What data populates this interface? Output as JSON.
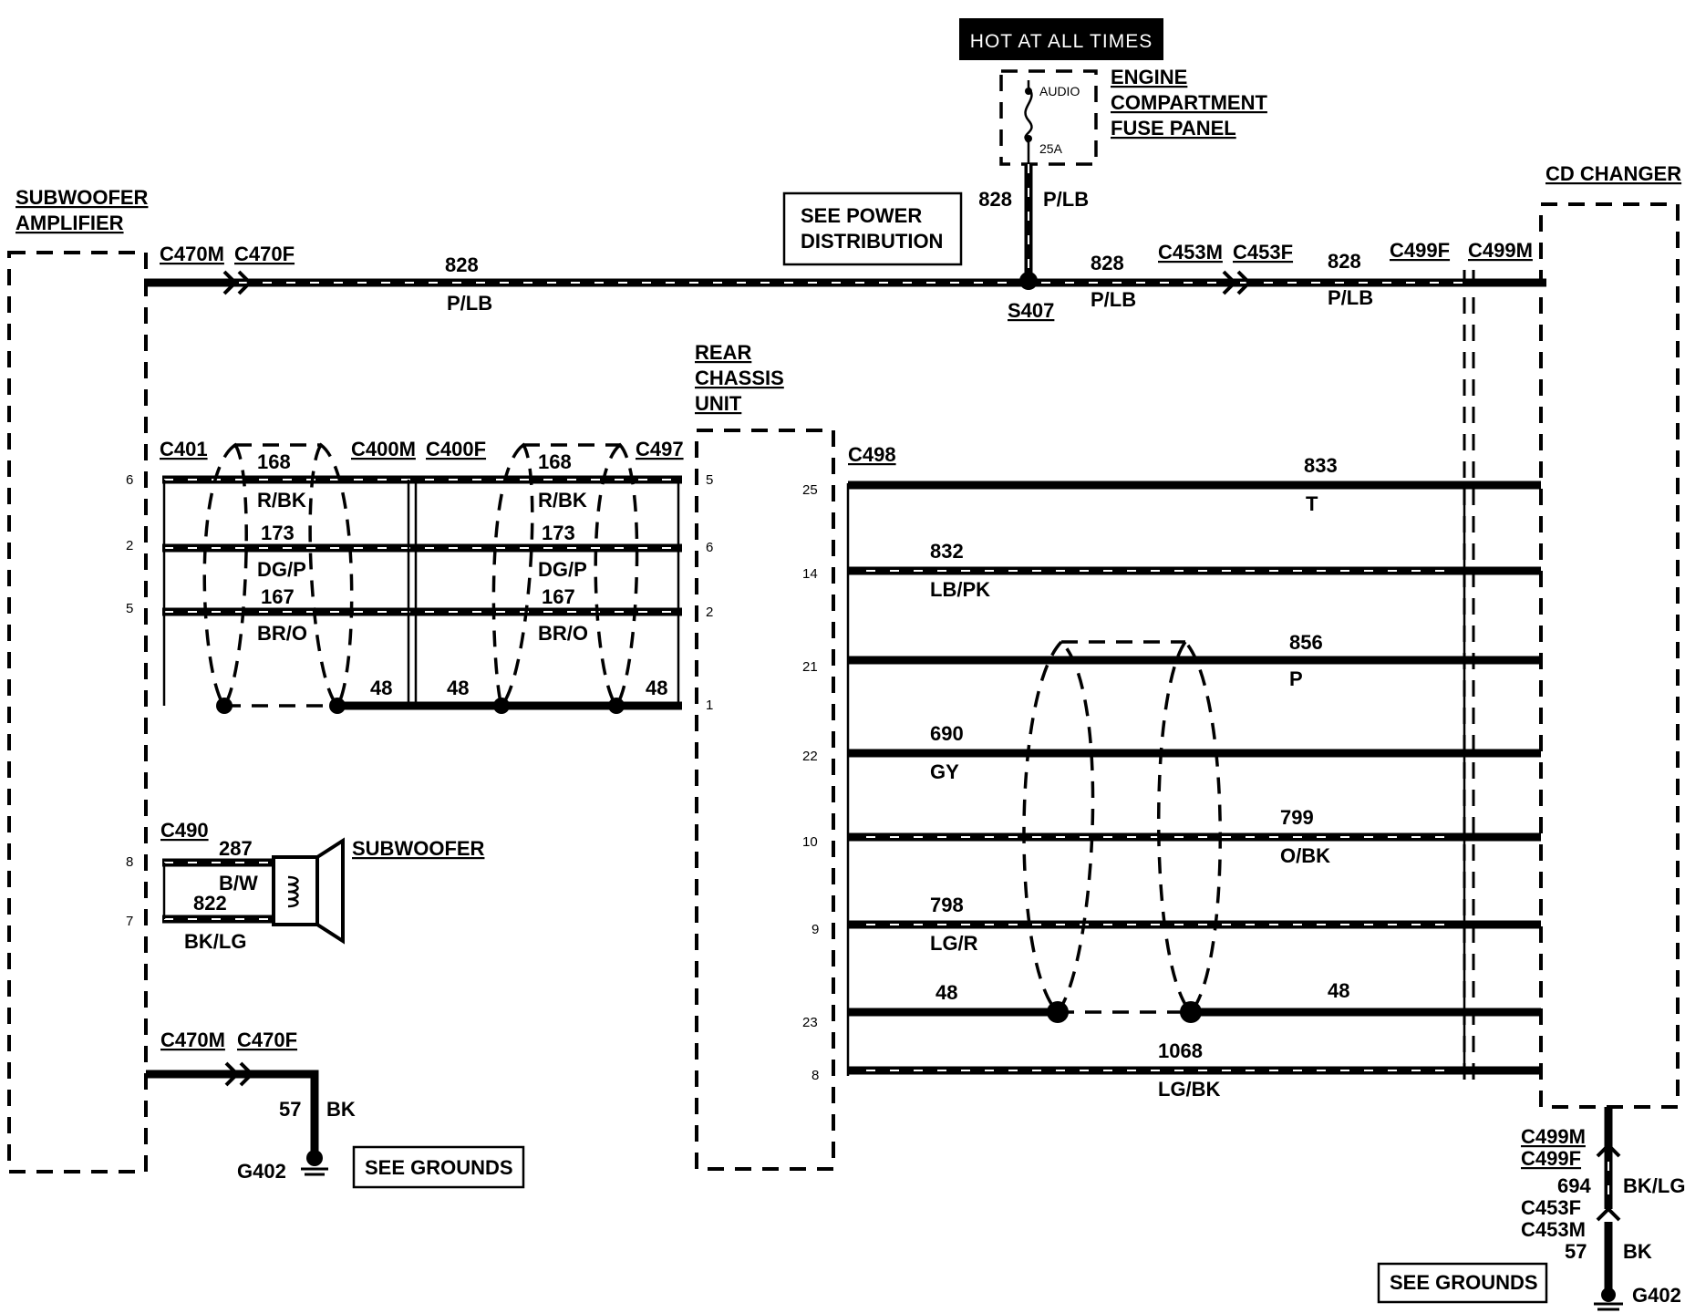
{
  "header": {
    "hot": "HOT AT ALL TIMES"
  },
  "fuse_panel": {
    "name_line1": "ENGINE",
    "name_line2": "COMPARTMENT",
    "name_line3": "FUSE PANEL",
    "fuse_name": "AUDIO",
    "fuse_rating": "25A"
  },
  "power": {
    "circuit": "828",
    "color": "P/LB",
    "splice": "S407",
    "see_power_line1": "SEE POWER",
    "see_power_line2": "DISTRIBUTION"
  },
  "subwoofer_amp": {
    "line1": "SUBWOOFER",
    "line2": "AMPLIFIER",
    "pins": [
      "6",
      "2",
      "5",
      "8",
      "7"
    ]
  },
  "cd_changer": {
    "label": "CD CHANGER"
  },
  "rear_chassis": {
    "line1": "REAR",
    "line2": "CHASSIS",
    "line3": "UNIT",
    "left_pins": [
      "5",
      "6",
      "2",
      "1"
    ],
    "right_pins": [
      "25",
      "14",
      "21",
      "22",
      "10",
      "9",
      "23",
      "8"
    ]
  },
  "connectors": {
    "c470m": "C470M",
    "c470f": "C470F",
    "c453m": "C453M",
    "c453f": "C453F",
    "c499f": "C499F",
    "c499m": "C499M",
    "c401": "C401",
    "c400m": "C400M",
    "c400f": "C400F",
    "c497": "C497",
    "c498": "C498",
    "c490": "C490"
  },
  "audio_left": [
    {
      "circuit": "168",
      "color": "R/BK"
    },
    {
      "circuit": "173",
      "color": "DG/P"
    },
    {
      "circuit": "167",
      "color": "BR/O"
    },
    {
      "circuit": "48"
    }
  ],
  "cd_wires": [
    {
      "circuit": "833",
      "color": "T"
    },
    {
      "circuit": "832",
      "color": "LB/PK"
    },
    {
      "circuit": "856",
      "color": "P"
    },
    {
      "circuit": "690",
      "color": "GY"
    },
    {
      "circuit": "799",
      "color": "O/BK"
    },
    {
      "circuit": "798",
      "color": "LG/R"
    },
    {
      "circuit": "48"
    },
    {
      "circuit": "1068",
      "color": "LG/BK"
    }
  ],
  "subwoofer": {
    "label": "SUBWOOFER",
    "w1_circuit": "287",
    "w1_color": "B/W",
    "w2_circuit": "822",
    "w2_color": "BK/LG"
  },
  "grounds": {
    "circuit": "57",
    "color": "BK",
    "g": "G402",
    "see": "SEE GROUNDS",
    "cd_circuit": "694",
    "cd_color": "BK/LG"
  }
}
